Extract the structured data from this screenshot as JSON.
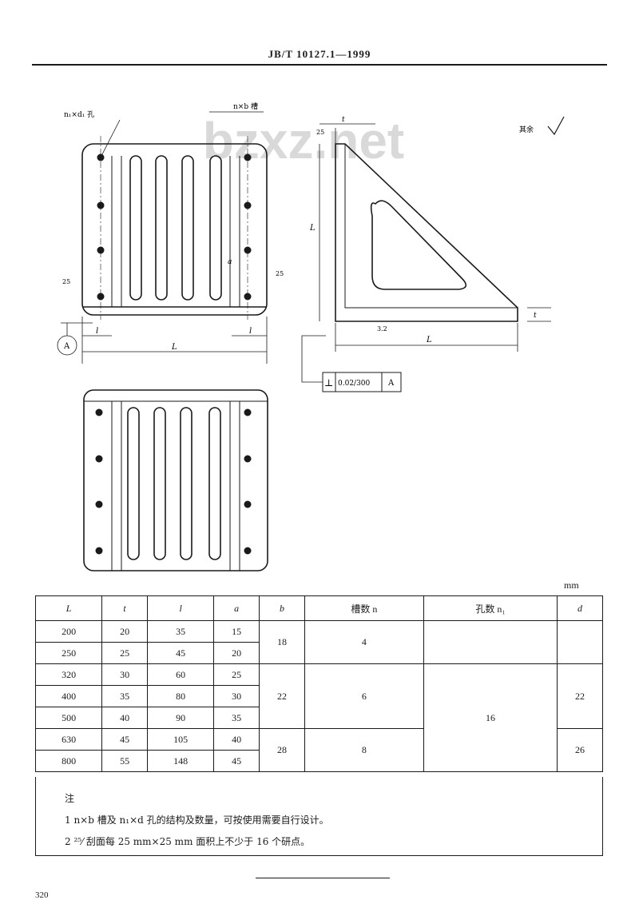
{
  "header": {
    "standard_code": "JB/T 10127.1—1999"
  },
  "drawing": {
    "watermark": "bzxz.net",
    "labels": {
      "holes_top_left": "n₁×d₁ 孔",
      "slots_top": "n×b 槽",
      "L": "L",
      "t": "t",
      "l": "l",
      "a": "a",
      "datum": "A",
      "roughness_25": "25",
      "roughness_32": "3.2",
      "rest": "其余",
      "tolerance_symbol": "⊥",
      "tolerance_value": "0.02/300",
      "tolerance_datum": "A"
    }
  },
  "table": {
    "unit": "mm",
    "headers": [
      "L",
      "t",
      "l",
      "a",
      "b",
      "槽数 n",
      "孔数 n₁",
      "d"
    ],
    "rows": [
      [
        "200",
        "20",
        "35",
        "15"
      ],
      [
        "250",
        "25",
        "45",
        "20"
      ],
      [
        "320",
        "30",
        "60",
        "25"
      ],
      [
        "400",
        "35",
        "80",
        "30"
      ],
      [
        "500",
        "40",
        "90",
        "35"
      ],
      [
        "630",
        "45",
        "105",
        "40"
      ],
      [
        "800",
        "55",
        "148",
        "45"
      ]
    ],
    "b_values": [
      "18",
      "22",
      "28"
    ],
    "n_values": [
      "4",
      "6",
      "8"
    ],
    "n1_values": [
      "16"
    ],
    "d_values": [
      "22",
      "26"
    ]
  },
  "notes": {
    "title": "注",
    "items": [
      "1  n×b 槽及 n₁×d 孔的结构及数量，可按使用需要自行设计。",
      "2  ²⁵⁄ 刮面每 25 mm×25 mm 面积上不少于 16 个研点。"
    ]
  },
  "page_number": "320"
}
